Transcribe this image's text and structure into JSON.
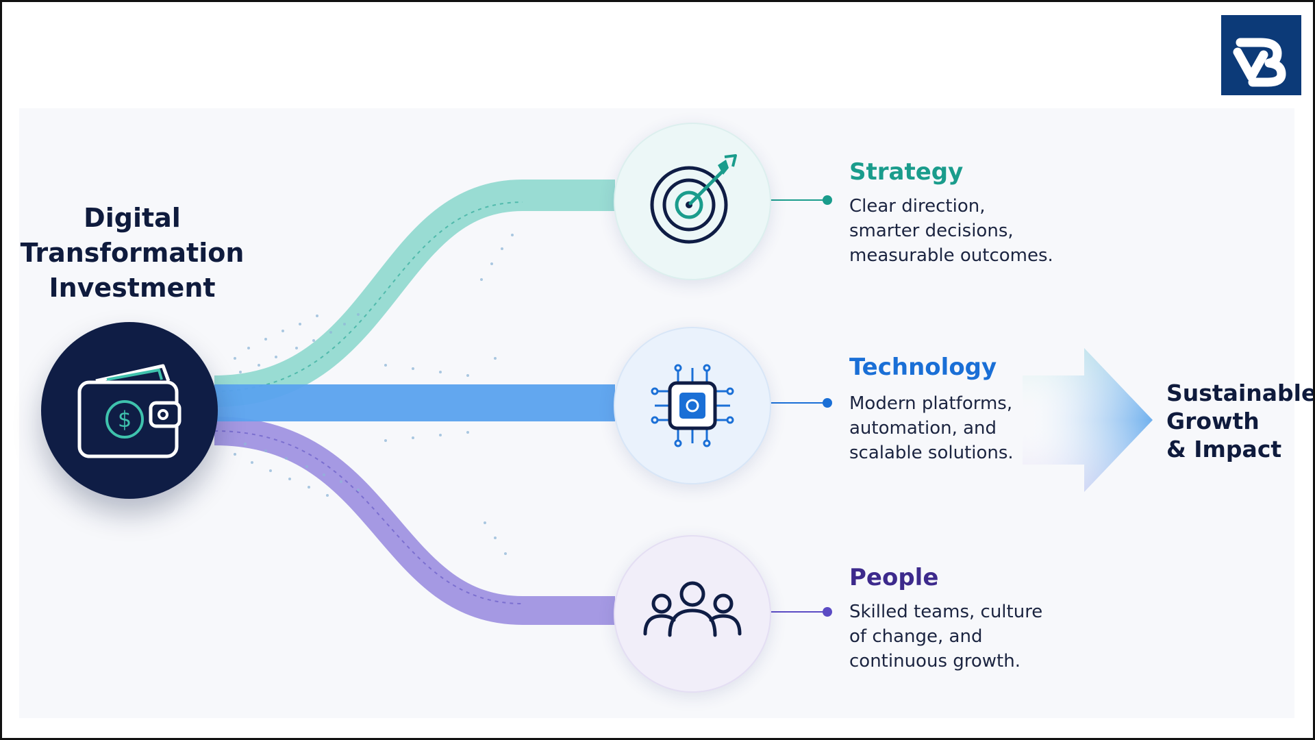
{
  "source": {
    "title_lines": [
      "Digital",
      "Transformation",
      "Investment"
    ]
  },
  "icons": {
    "logo": "brand-logo-icon",
    "wallet": "wallet-dollar-icon",
    "strategy": "target-arrow-icon",
    "technology": "microchip-icon",
    "people": "team-icon",
    "outcome": "arrow-right-icon"
  },
  "pillars": [
    {
      "heading": "Strategy",
      "lines": [
        "Clear direction,",
        "smarter decisions,",
        "measurable outcomes."
      ],
      "color": "#1a9c8c"
    },
    {
      "heading": "Technology",
      "lines": [
        "Modern platforms,",
        "automation, and",
        "scalable solutions."
      ],
      "color": "#1a6fd6"
    },
    {
      "heading": "People",
      "lines": [
        "Skilled teams, culture",
        "of change, and",
        "continuous growth."
      ],
      "color": "#3d2a8c"
    }
  ],
  "outcome": {
    "lines": [
      "Sustainable",
      "Growth",
      "& Impact"
    ]
  },
  "colors": {
    "navy": "#0f1d45",
    "teal": "#7fd3c9",
    "blue": "#4a95ea",
    "purple": "#8a7fd6",
    "logo_bg": "#0c3a78"
  }
}
